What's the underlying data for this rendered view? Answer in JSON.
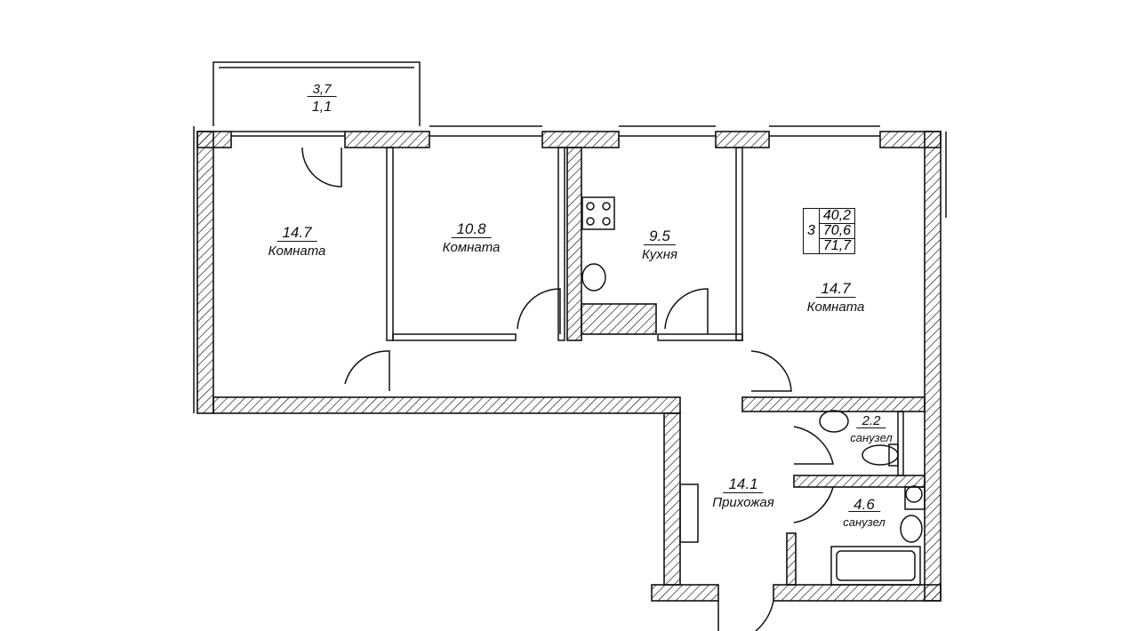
{
  "balcony": {
    "area_top": "3,7",
    "area_bottom": "1,1"
  },
  "rooms": [
    {
      "area": "14.7",
      "name": "Комната"
    },
    {
      "area": "10.8",
      "name": "Комната"
    },
    {
      "area": "9.5",
      "name": "Кухня"
    },
    {
      "area": "14.7",
      "name": "Комната"
    },
    {
      "area": "14.1",
      "name": "Прихожая"
    },
    {
      "area": "2.2",
      "name": "санузел"
    },
    {
      "area": "4.6",
      "name": "санузел"
    }
  ],
  "summary": {
    "rooms_count": "3",
    "living_area": "40,2",
    "total_area": "70,6",
    "total_with_balcony": "71,7"
  }
}
